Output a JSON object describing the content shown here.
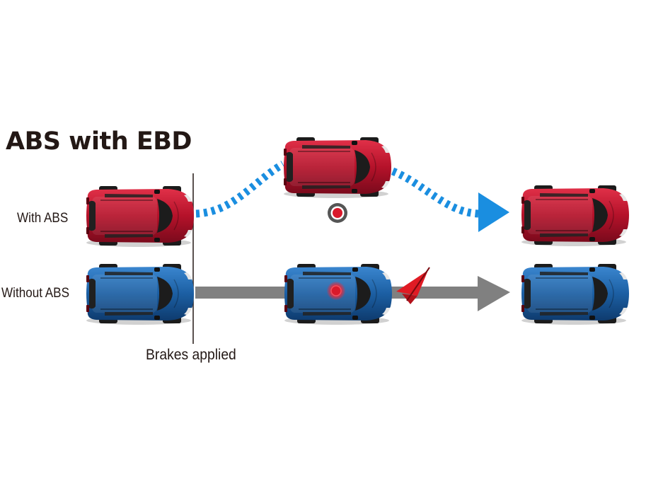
{
  "title": "ABS with EBD",
  "rows": {
    "with_abs": "With ABS",
    "without_abs": "Without ABS"
  },
  "marker_label": "Brakes applied",
  "colors": {
    "red_car": "#c0172e",
    "blue_car": "#1c5fa3",
    "abs_path": "#1a8ee0",
    "no_abs_path": "#808080",
    "brake_indicator": "#d9192b",
    "warning_flag": "#e01b24"
  }
}
